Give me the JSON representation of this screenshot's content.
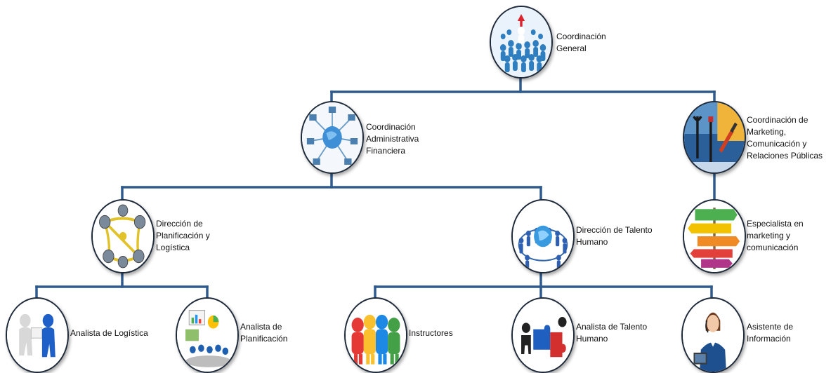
{
  "colors": {
    "connector": "#2e5a8e",
    "circle_border": "#1e2a3a"
  },
  "nodes": {
    "coordinacion_general": {
      "label": "Coordinación\nGeneral",
      "icon": "crowd-leader-icon"
    },
    "coord_admin_financiera": {
      "label": "Coordinación\nAdministrativa\nFinanciera",
      "icon": "network-globe-icon"
    },
    "coord_marketing": {
      "label": "Coordinación de\nMarketing,\nComunicación y\nRelaciones  Públicas",
      "icon": "business-tools-icon"
    },
    "dir_planificacion": {
      "label": "Dirección de\nPlanificación y\nLogística",
      "icon": "logistics-network-icon"
    },
    "dir_talento": {
      "label": "Dirección de Talento\nHumano",
      "icon": "people-circle-globe-icon"
    },
    "especialista_marketing": {
      "label": "Especialista en\nmarketing y\ncomunicación",
      "icon": "marketing-signpost-icon"
    },
    "analista_logistica": {
      "label": "Analista de Logística",
      "icon": "handover-figures-icon"
    },
    "analista_planificacion": {
      "label": "Analista de\nPlanificación",
      "icon": "planning-charts-icon"
    },
    "instructores": {
      "label": "Instructores",
      "icon": "colorful-team-icon"
    },
    "analista_talento": {
      "label": "Analista de Talento\nHumano",
      "icon": "puzzle-figures-icon"
    },
    "asistente_informacion": {
      "label": "Asistente de\nInformación",
      "icon": "receptionist-icon"
    }
  }
}
